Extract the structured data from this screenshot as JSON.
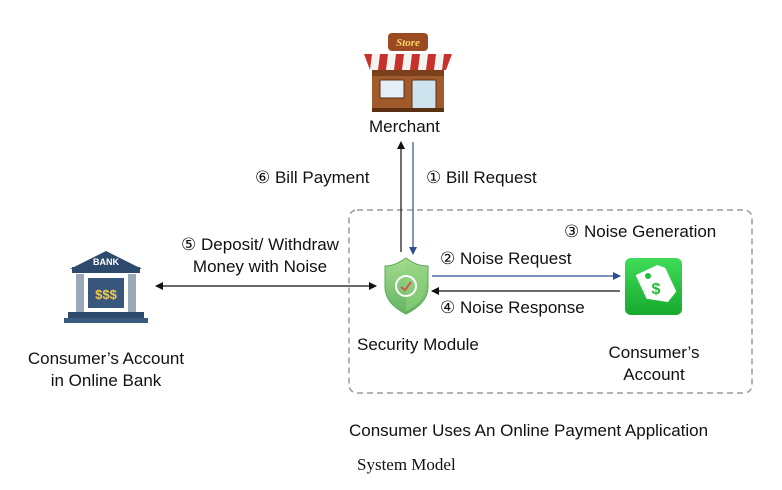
{
  "nodes": {
    "merchant": "Merchant",
    "security_module": "Security Module",
    "consumer_account": [
      "Consumer’s",
      "Account"
    ],
    "bank_account": [
      "Consumer’s Account",
      "in Online Bank"
    ]
  },
  "icons": {
    "store_sign": "Store",
    "bank_sign": "BANK",
    "bank_money": "$$$"
  },
  "flows": {
    "step1": "① Bill Request",
    "step2": "② Noise Request",
    "step3": "③ Noise Generation",
    "step4": "④ Noise Response",
    "step5": [
      "⑤ Deposit/ Withdraw",
      "Money with Noise"
    ],
    "step6": "⑥ Bill Payment"
  },
  "group_label": "Consumer Uses An Online Payment Application",
  "caption": "System Model",
  "colors": {
    "arrow_blue": "#2b4f93",
    "arrow_black": "#111111",
    "dashed_box": "#9a9a9a",
    "shield_green": "#7dc77b",
    "tag_green": "#1fbe3a"
  }
}
